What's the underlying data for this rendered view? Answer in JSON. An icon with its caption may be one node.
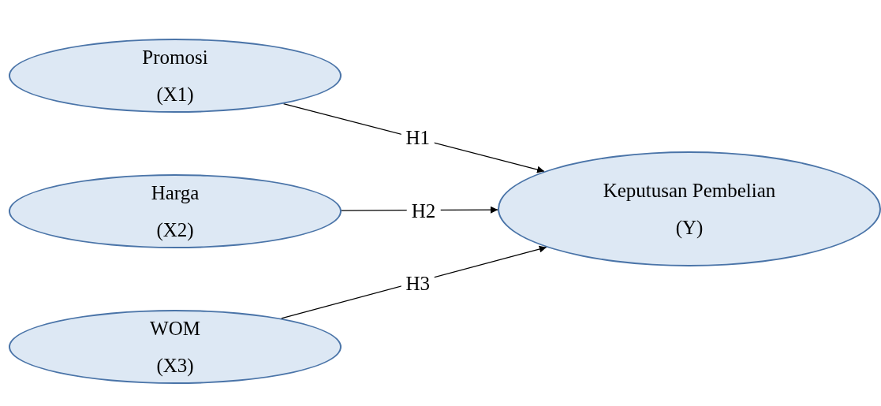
{
  "diagram": {
    "nodes": [
      {
        "text": [
          "Promosi",
          "(X1)"
        ]
      },
      {
        "text": [
          "Harga",
          "(X2)"
        ]
      },
      {
        "text": [
          "WOM",
          "(X3)"
        ]
      },
      {
        "text": [
          "Keputusan Pembelian",
          "(Y)"
        ]
      }
    ],
    "edges": [
      {
        "from": 0,
        "to": 3,
        "arrow": "to",
        "label": "H1"
      },
      {
        "from": 1,
        "to": 3,
        "arrow": "to",
        "label": "H2"
      },
      {
        "from": 2,
        "to": 3,
        "arrow": "to",
        "label": "H3"
      }
    ]
  }
}
